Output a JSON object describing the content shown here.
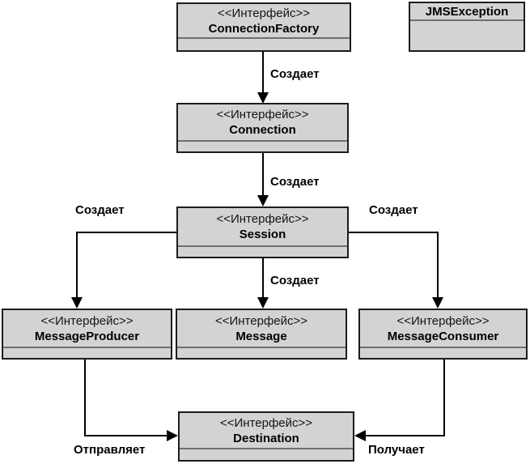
{
  "diagram_title": "JMS interfaces UML diagram",
  "colors": {
    "background": "#ffffff",
    "box_fill": "#d3d3d3",
    "box_border": "#1c1c1c",
    "compartment_divider": "#6f6f6f",
    "arrow": "#000000",
    "text": "#000000"
  },
  "nodes": {
    "connection_factory": {
      "stereotype": "<<Интерфейс>>",
      "name": "ConnectionFactory"
    },
    "jms_exception": {
      "name": "JMSException"
    },
    "connection": {
      "stereotype": "<<Интерфейс>>",
      "name": "Connection"
    },
    "session": {
      "stereotype": "<<Интерфейс>>",
      "name": "Session"
    },
    "message_producer": {
      "stereotype": "<<Интерфейс>>",
      "name": "MessageProducer"
    },
    "message": {
      "stereotype": "<<Интерфейс>>",
      "name": "Message"
    },
    "message_consumer": {
      "stereotype": "<<Интерфейс>>",
      "name": "MessageConsumer"
    },
    "destination": {
      "stereotype": "<<Интерфейс>>",
      "name": "Destination"
    }
  },
  "edges": {
    "factory_creates_connection": {
      "label": "Создает"
    },
    "connection_creates_session": {
      "label": "Создает"
    },
    "session_creates_producer": {
      "label": "Создает"
    },
    "session_creates_message": {
      "label": "Создает"
    },
    "session_creates_consumer": {
      "label": "Создает"
    },
    "producer_sends_to_destination": {
      "label": "Отправляет"
    },
    "consumer_receives_from_destination": {
      "label": "Получает"
    }
  }
}
